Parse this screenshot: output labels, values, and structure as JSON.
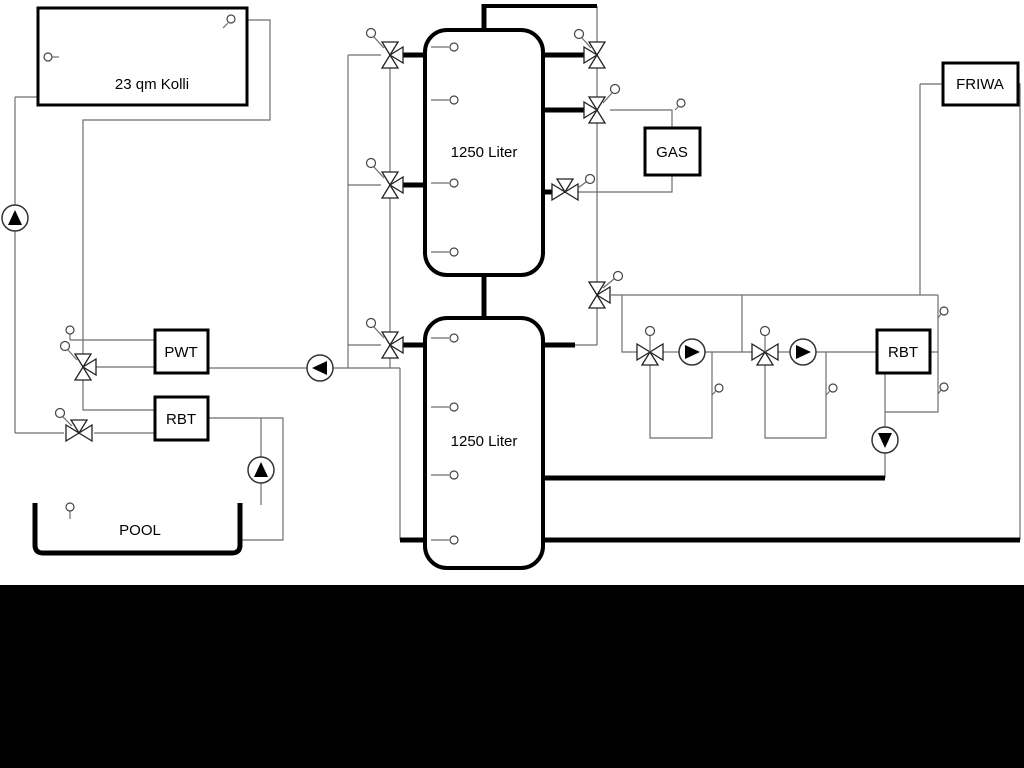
{
  "colors": {
    "background": "#ffffff",
    "pipe_thin": "#6e6e6e",
    "pipe_thick": "#000000",
    "footer": "#000000"
  },
  "labels": {
    "collector": "23 qm Kolli",
    "tank_top": "1250 Liter",
    "tank_bottom": "1250 Liter",
    "gas": "GAS",
    "friwa": "FRIWA",
    "pwt": "PWT",
    "rbt_left": "RBT",
    "rbt_right": "RBT",
    "pool": "POOL"
  },
  "components": {
    "pumps": [
      {
        "name": "solar-pump",
        "direction": "up"
      },
      {
        "name": "pool-pump",
        "direction": "up"
      },
      {
        "name": "charge-pump",
        "direction": "left"
      },
      {
        "name": "heating-pump-1",
        "direction": "right"
      },
      {
        "name": "heating-pump-2",
        "direction": "right"
      },
      {
        "name": "return-pump",
        "direction": "down"
      }
    ],
    "valves": 11,
    "sensors": 19
  }
}
